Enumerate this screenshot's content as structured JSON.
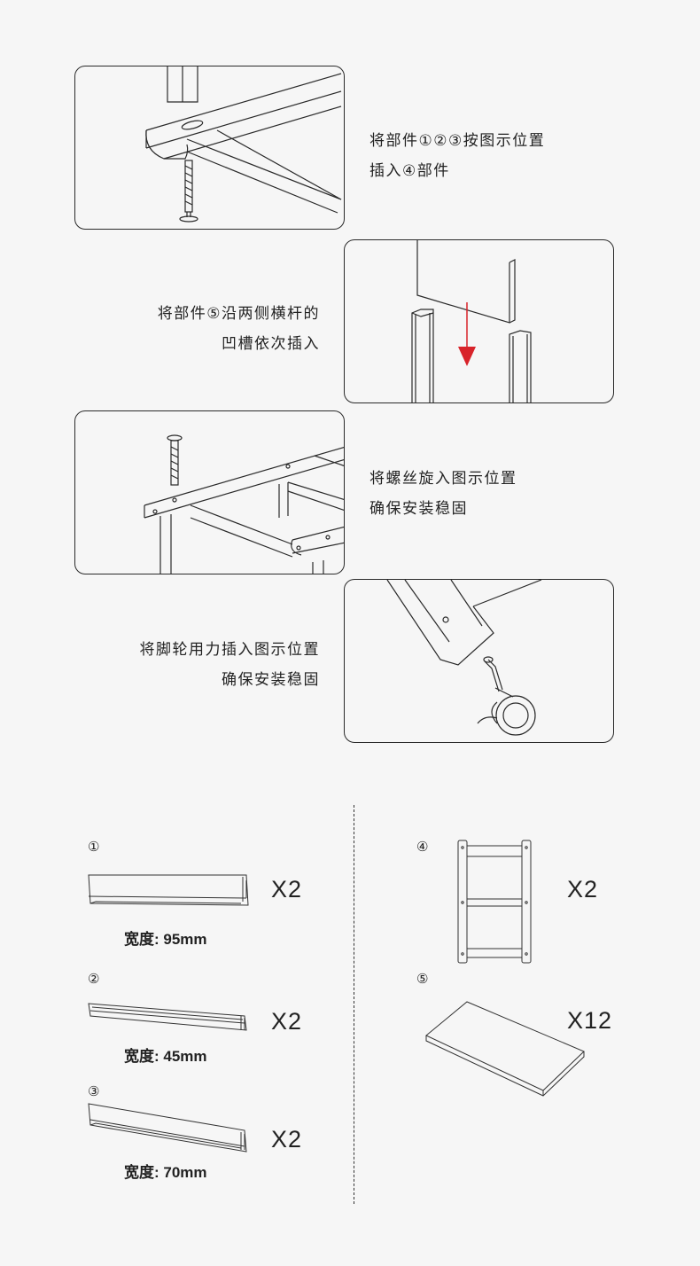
{
  "steps": [
    {
      "line1": "将部件①②③按图示位置",
      "line2": "插入④部件"
    },
    {
      "line1": "将部件⑤沿两侧横杆的",
      "line2": "凹槽依次插入"
    },
    {
      "line1": "将螺丝旋入图示位置",
      "line2": "确保安装稳固"
    },
    {
      "line1": "将脚轮用力插入图示位置",
      "line2": "确保安装稳固"
    }
  ],
  "parts": [
    {
      "number": "①",
      "quantity": "X2",
      "width_label": "宽度: 95mm"
    },
    {
      "number": "②",
      "quantity": "X2",
      "width_label": "宽度: 45mm"
    },
    {
      "number": "③",
      "quantity": "X2",
      "width_label": "宽度: 70mm"
    },
    {
      "number": "④",
      "quantity": "X2"
    },
    {
      "number": "⑤",
      "quantity": "X12"
    }
  ],
  "colors": {
    "arrow": "#d8232a",
    "line": "#2a2a2a",
    "background": "#f6f6f6"
  }
}
